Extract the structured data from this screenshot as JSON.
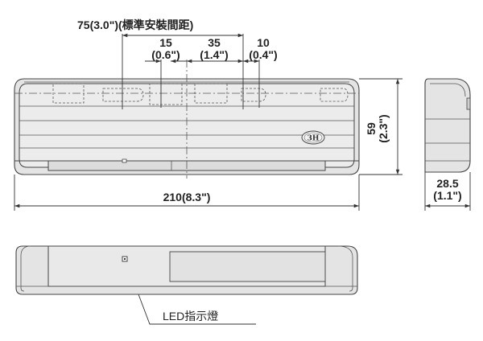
{
  "front_view": {
    "logo_text": "3H"
  },
  "dimensions": {
    "mount_spacing": "75(3.0\")(標準安裝間距)",
    "offset_left_mm": "15",
    "offset_left_in": "(0.6\")",
    "offset_center_mm": "35",
    "offset_center_in": "(1.4\")",
    "offset_right_mm": "10",
    "offset_right_in": "(0.4\")",
    "height_mm": "59",
    "height_in": "(2.3\")",
    "width": "210(8.3\")",
    "depth_mm": "28.5",
    "depth_in": "(1.1\")"
  },
  "bottom_view": {
    "led_label": "LED指示燈"
  }
}
